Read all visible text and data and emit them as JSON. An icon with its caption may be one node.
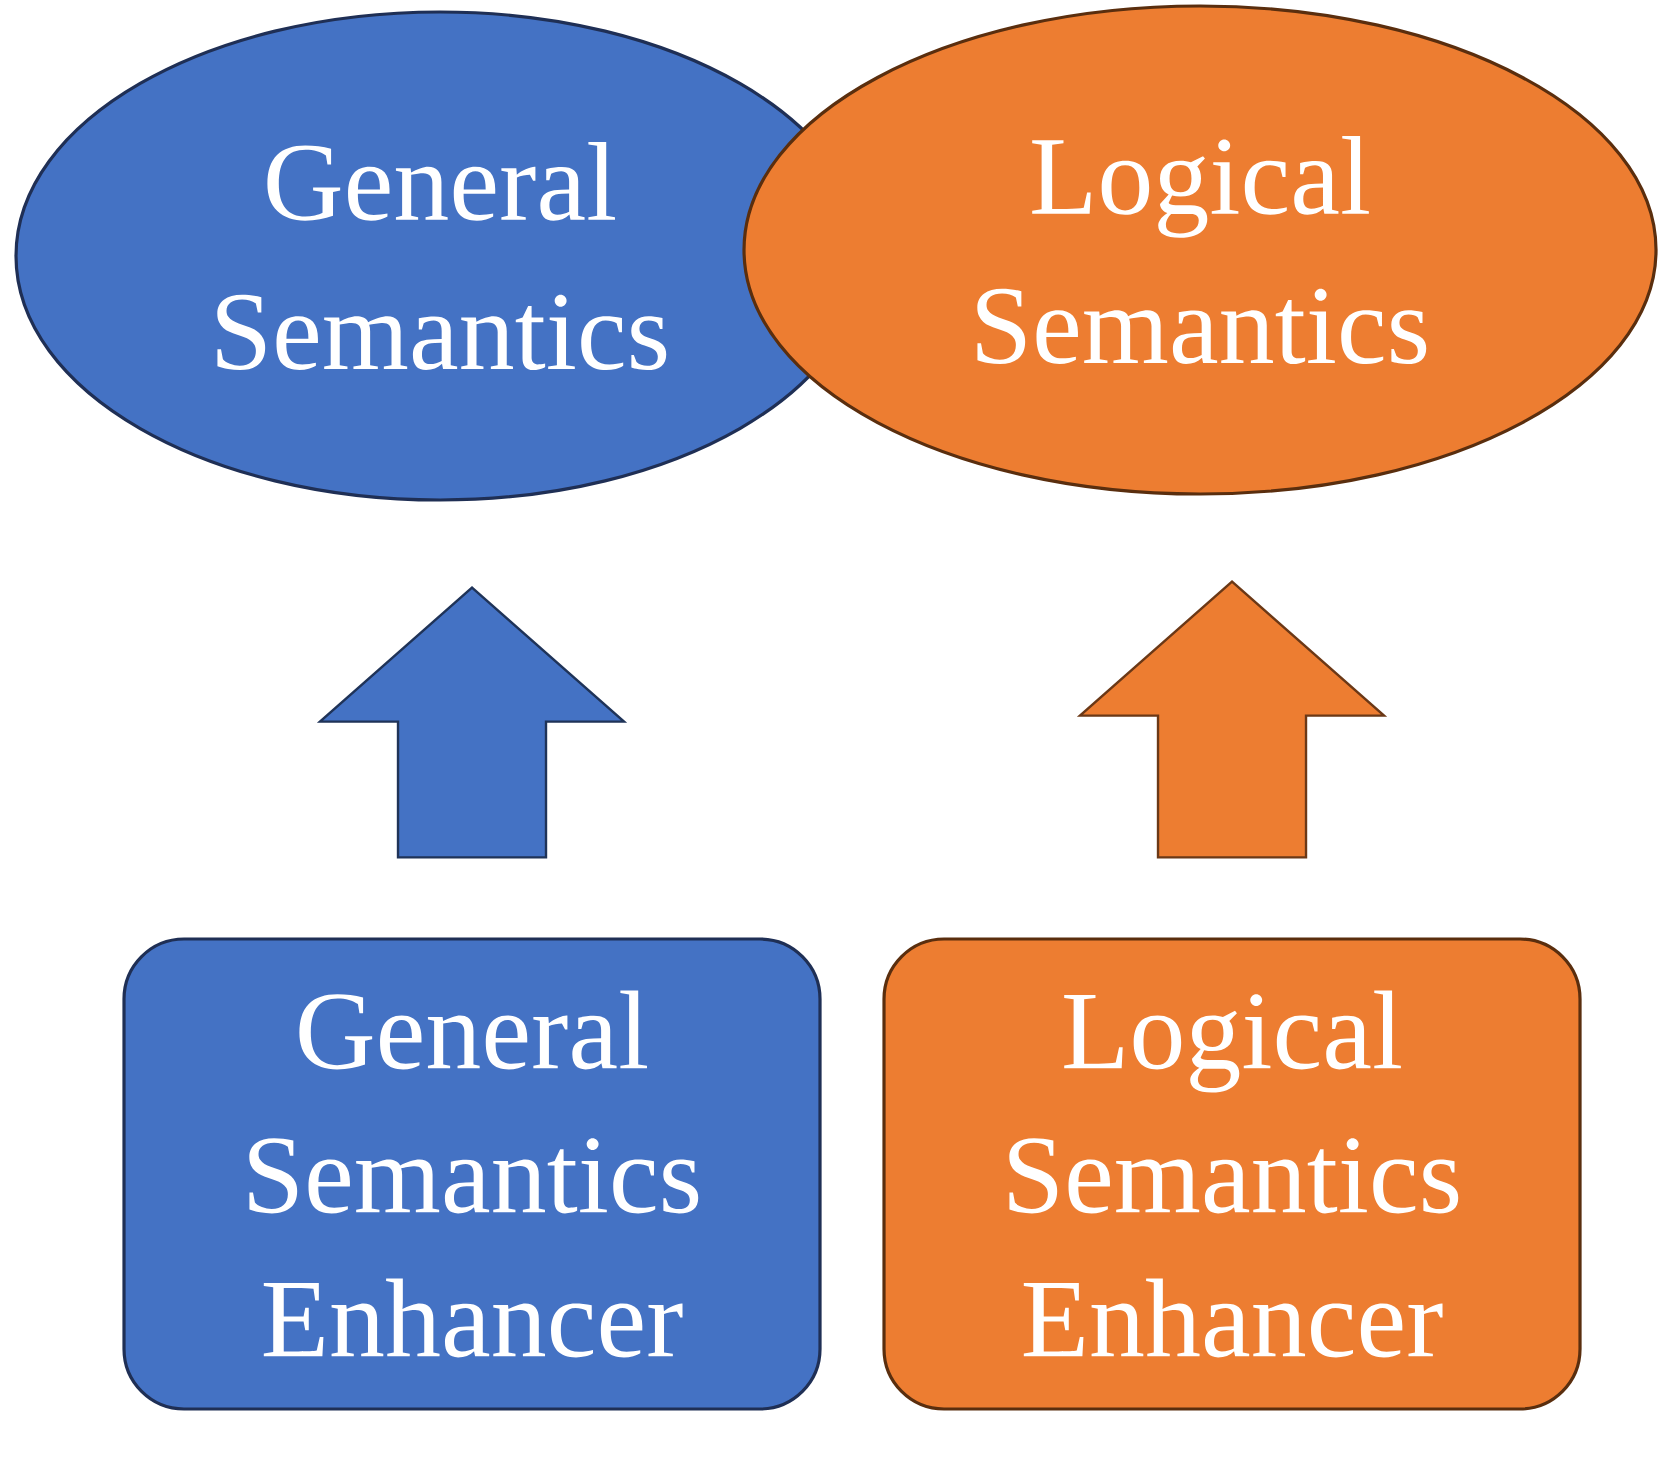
{
  "diagram": {
    "nodes": [
      {
        "text": [
          "General Semantics"
        ]
      },
      {
        "text": [
          "Logical Semantics"
        ]
      },
      {
        "text": [
          "General Semantics Enhancer"
        ]
      },
      {
        "text": [
          "Logical Semantics Enhancer"
        ]
      }
    ],
    "edges": [
      {
        "from": 2,
        "to": 0,
        "arrow": "to",
        "color": "#4472c4"
      },
      {
        "from": 3,
        "to": 1,
        "arrow": "to",
        "color": "#ed7d31"
      }
    ]
  }
}
